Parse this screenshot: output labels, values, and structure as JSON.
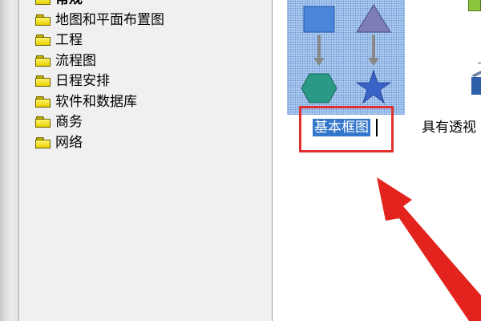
{
  "template_categories": {
    "items": [
      {
        "label": "常规",
        "bold": true
      },
      {
        "label": "地图和平面布置图"
      },
      {
        "label": "工程"
      },
      {
        "label": "流程图"
      },
      {
        "label": "日程安排"
      },
      {
        "label": "软件和数据库"
      },
      {
        "label": "商务"
      },
      {
        "label": "网络"
      }
    ]
  },
  "templates": {
    "selected_label": "基本框图",
    "next_label": "具有透视"
  },
  "colors": {
    "selection_highlight": "#3377cc",
    "annotation_red": "#e0302e",
    "folder_yellow": "#f3e02a"
  },
  "icons": {
    "category": "folder-icon",
    "selected_template": "basic-block-diagram-icon",
    "annotation": "red-arrow"
  }
}
